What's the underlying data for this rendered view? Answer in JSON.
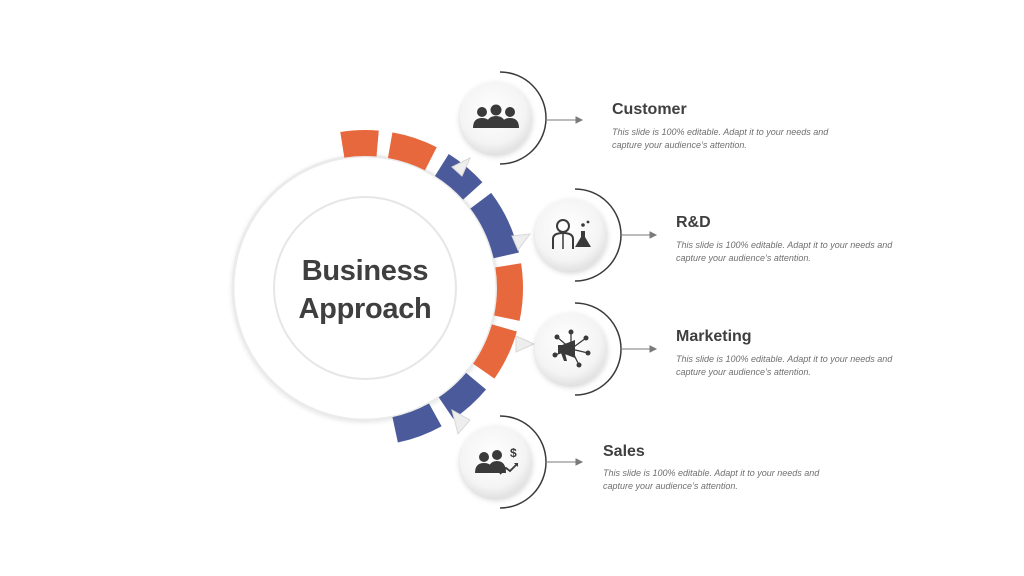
{
  "core": {
    "line1": "Business",
    "line2": "Approach"
  },
  "items": [
    {
      "title": "Customer",
      "desc": "This slide is 100% editable. Adapt it to your needs and capture your audience’s attention.",
      "icon": "people-group-icon"
    },
    {
      "title": "R&D",
      "desc": "This slide is 100% editable. Adapt it to your needs and capture your audience’s attention.",
      "icon": "scientist-flask-icon"
    },
    {
      "title": "Marketing",
      "desc": "This slide is 100% editable. Adapt it to your needs and capture your audience’s attention.",
      "icon": "megaphone-network-icon"
    },
    {
      "title": "Sales",
      "desc": "This slide is 100% editable. Adapt it to your needs and capture your audience’s attention.",
      "icon": "sales-people-dollar-icon"
    }
  ],
  "colors": {
    "orange": "#E8683D",
    "blue": "#4A5A9A",
    "icon": "#3a3a3a",
    "text": "#3f3f3f",
    "muted": "#6f6f6f"
  }
}
